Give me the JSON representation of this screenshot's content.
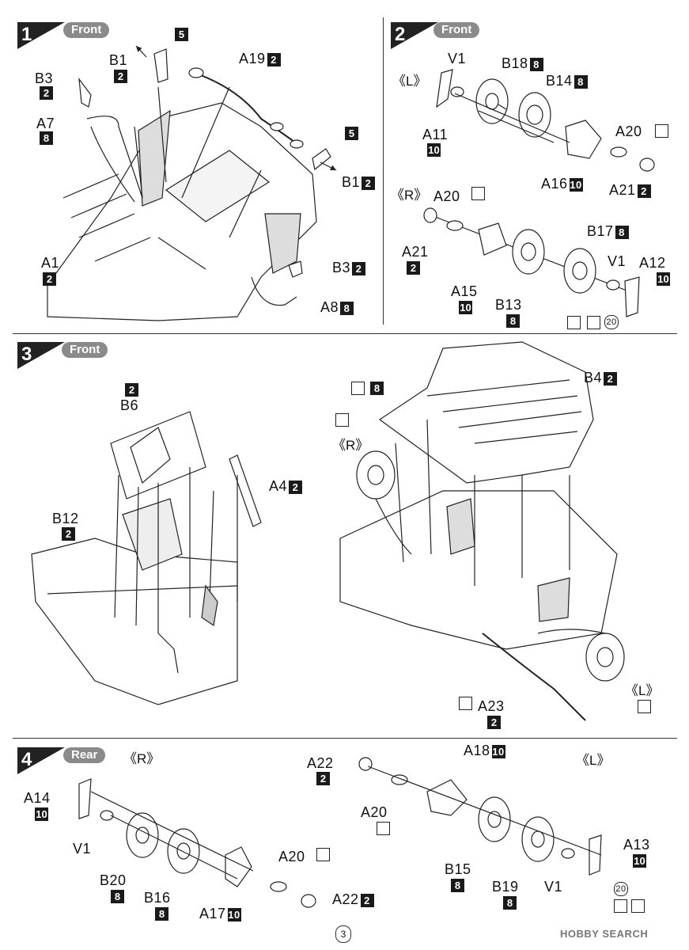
{
  "page_number": "3",
  "watermark": "HOBBY SEARCH",
  "steps": [
    {
      "number": "1",
      "tag": "Front"
    },
    {
      "number": "2",
      "tag": "Front"
    },
    {
      "number": "3",
      "tag": "Front"
    },
    {
      "number": "4",
      "tag": "Rear"
    }
  ],
  "step1": {
    "B1_top": {
      "name": "B1",
      "runner": "2"
    },
    "box5_top": "5",
    "A19": {
      "name": "A19",
      "runner": "2"
    },
    "B3_top": {
      "name": "B3",
      "runner": "2"
    },
    "A7": {
      "name": "A7",
      "runner": "8"
    },
    "box5_right": "5",
    "B1_right": {
      "name": "B1",
      "runner": "2"
    },
    "A1": {
      "name": "A1",
      "runner": "2"
    },
    "B3_right": {
      "name": "B3",
      "runner": "2"
    },
    "A8": {
      "name": "A8",
      "runner": "8"
    }
  },
  "step2": {
    "side_L": "《L》",
    "side_R": "《R》",
    "V1_top": "V1",
    "B18": {
      "name": "B18",
      "runner": "8"
    },
    "B14": {
      "name": "B14",
      "runner": "8"
    },
    "A11": {
      "name": "A11",
      "runner": "10"
    },
    "A20_top": "A20",
    "A16": {
      "name": "A16",
      "runner": "10"
    },
    "A21_top": {
      "name": "A21",
      "runner": "2"
    },
    "A20_mid": "A20",
    "B17": {
      "name": "B17",
      "runner": "8"
    },
    "A21_bottom": {
      "name": "A21",
      "runner": "2"
    },
    "V1_bottom": "V1",
    "A12": {
      "name": "A12",
      "runner": "10"
    },
    "A15": {
      "name": "A15",
      "runner": "10"
    },
    "B13": {
      "name": "B13",
      "runner": "8"
    },
    "paint_ref": "20"
  },
  "step3": {
    "B6": {
      "name": "B6",
      "runner": "2"
    },
    "A4": {
      "name": "A4",
      "runner": "2"
    },
    "B12": {
      "name": "B12",
      "runner": "2"
    },
    "box8": "8",
    "B4": {
      "name": "B4",
      "runner": "2"
    },
    "side_R": "《R》",
    "side_L": "《L》",
    "A23": {
      "name": "A23",
      "runner": "2"
    }
  },
  "step4": {
    "side_R": "《R》",
    "side_L": "《L》",
    "A14": {
      "name": "A14",
      "runner": "10"
    },
    "V1_left": "V1",
    "B20": {
      "name": "B20",
      "runner": "8"
    },
    "B16": {
      "name": "B16",
      "runner": "8"
    },
    "A17": {
      "name": "A17",
      "runner": "10"
    },
    "A20_left": "A20",
    "A22_left": {
      "name": "A22",
      "runner": "2"
    },
    "A22_right": {
      "name": "A22",
      "runner": "2"
    },
    "A18": {
      "name": "A18",
      "runner": "10"
    },
    "A20_right": "A20",
    "B15": {
      "name": "B15",
      "runner": "8"
    },
    "B19": {
      "name": "B19",
      "runner": "8"
    },
    "V1_right": "V1",
    "A13": {
      "name": "A13",
      "runner": "10"
    },
    "paint_ref": "20"
  }
}
